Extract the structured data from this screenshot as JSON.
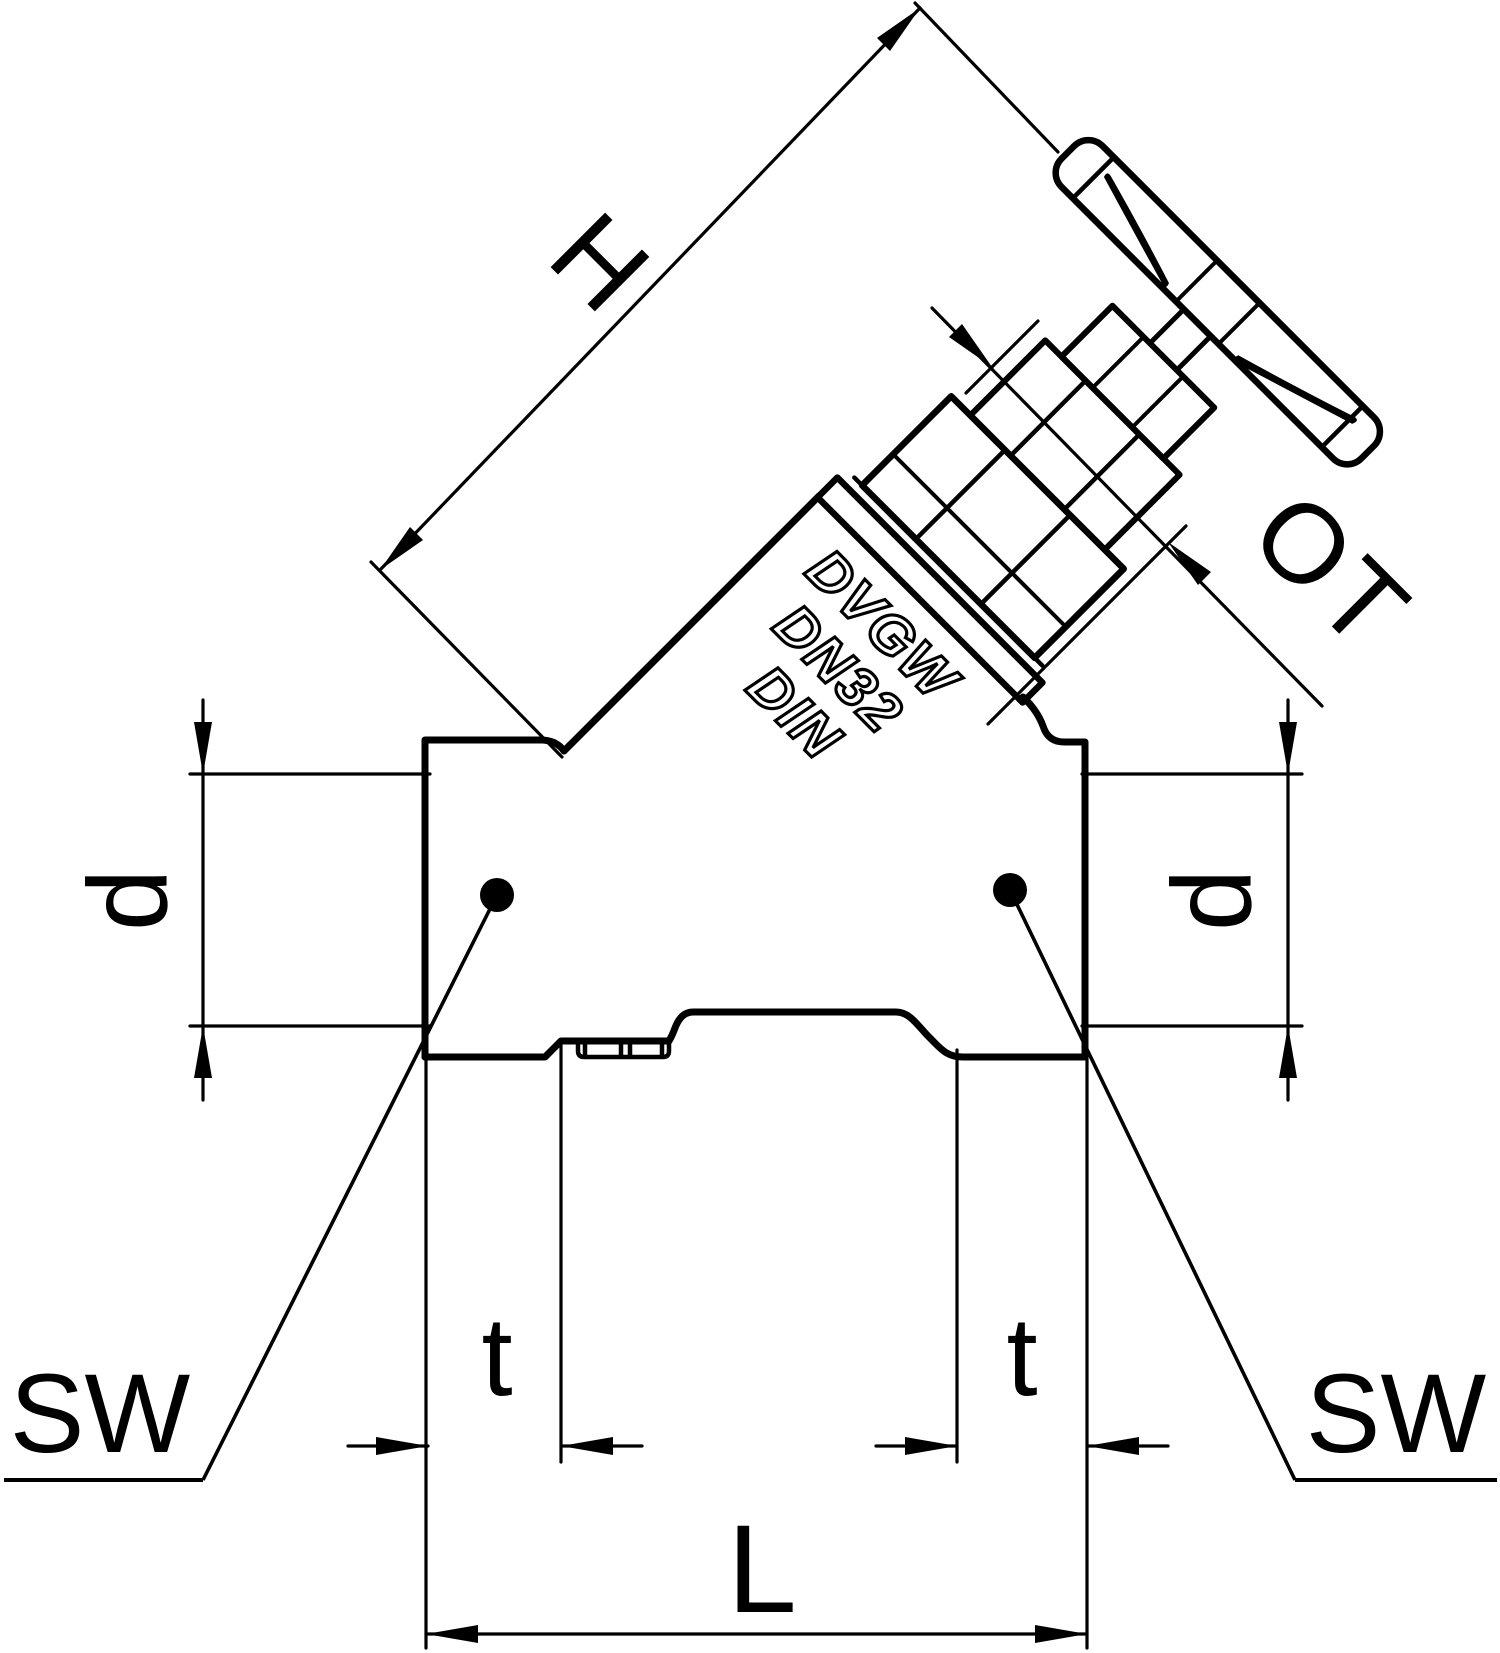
{
  "drawing": {
    "background": "#ffffff",
    "ink": "#000000",
    "type": "technical-drawing-inclined-seat-valve"
  },
  "dimensions": {
    "height_label": "H",
    "handwheel_label": "OT",
    "bore_left_label": "d",
    "bore_right_label": "d",
    "thread_depth_left_label": "t",
    "thread_depth_right_label": "t",
    "length_label": "L",
    "wrench_size_left_label": "SW",
    "wrench_size_right_label": "SW"
  },
  "body_marking": {
    "line1": "DVGW",
    "line2": "DN32",
    "line3": "DIN"
  }
}
